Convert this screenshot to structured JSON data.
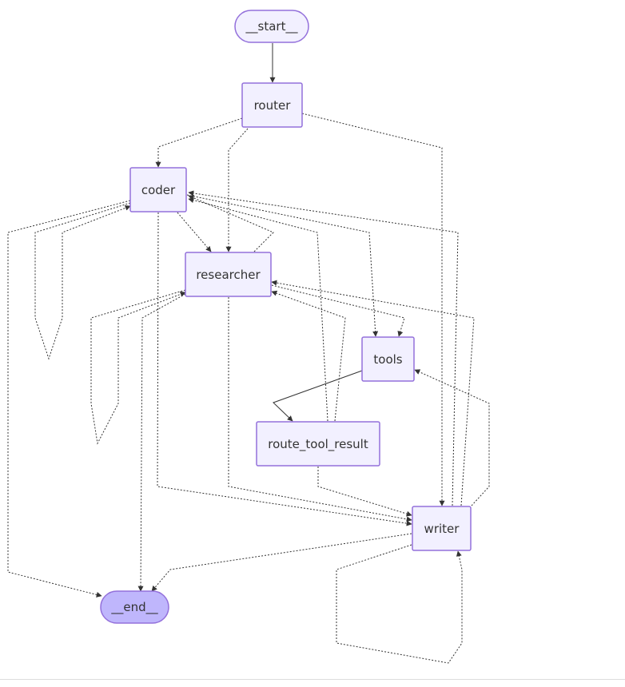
{
  "graph": {
    "nodes": {
      "start": "__start__",
      "router": "router",
      "coder": "coder",
      "researcher": "researcher",
      "tools": "tools",
      "route_tool_result": "route_tool_result",
      "writer": "writer",
      "end": "__end__"
    }
  }
}
